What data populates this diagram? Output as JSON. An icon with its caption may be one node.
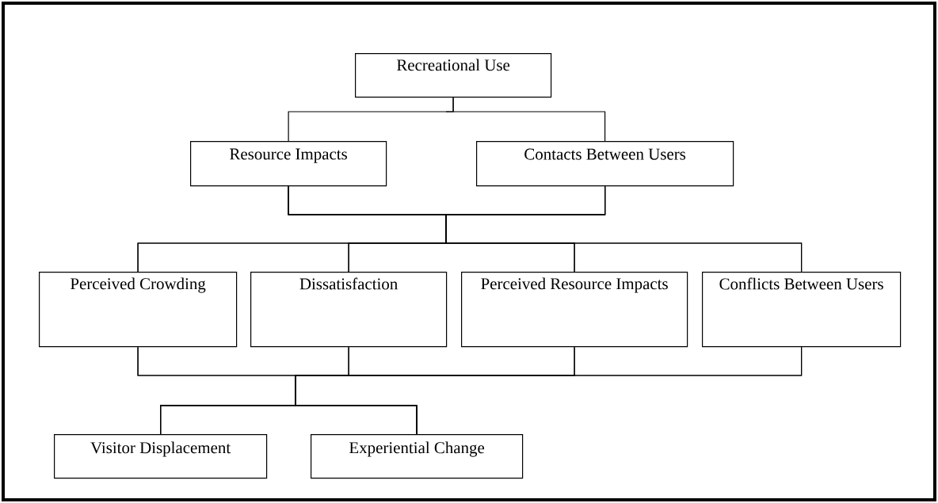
{
  "diagram": {
    "nodes": [
      {
        "text": [
          "Recreational Use"
        ]
      },
      {
        "text": [
          "Resource Impacts"
        ]
      },
      {
        "text": [
          "Contacts Between Users"
        ]
      },
      {
        "text": [
          "Perceived Crowding"
        ]
      },
      {
        "text": [
          "Dissatisfaction"
        ]
      },
      {
        "text": [
          "Perceived Resource Impacts"
        ]
      },
      {
        "text": [
          "Conflicts Between Users"
        ]
      },
      {
        "text": [
          "Visitor Displacement"
        ]
      },
      {
        "text": [
          "Experiential Change"
        ]
      }
    ],
    "edges": [
      {
        "from": 0,
        "to": 1,
        "arrow": "none"
      },
      {
        "from": 0,
        "to": 2,
        "arrow": "none"
      },
      {
        "from": 1,
        "to": 3,
        "arrow": "none"
      },
      {
        "from": 1,
        "to": 4,
        "arrow": "none"
      },
      {
        "from": 1,
        "to": 5,
        "arrow": "none"
      },
      {
        "from": 1,
        "to": 6,
        "arrow": "none"
      },
      {
        "from": 2,
        "to": 3,
        "arrow": "none"
      },
      {
        "from": 2,
        "to": 4,
        "arrow": "none"
      },
      {
        "from": 2,
        "to": 5,
        "arrow": "none"
      },
      {
        "from": 2,
        "to": 6,
        "arrow": "none"
      },
      {
        "from": 3,
        "to": 7,
        "arrow": "none"
      },
      {
        "from": 3,
        "to": 8,
        "arrow": "none"
      },
      {
        "from": 4,
        "to": 7,
        "arrow": "none"
      },
      {
        "from": 4,
        "to": 8,
        "arrow": "none"
      },
      {
        "from": 5,
        "to": 7,
        "arrow": "none"
      },
      {
        "from": 5,
        "to": 8,
        "arrow": "none"
      },
      {
        "from": 6,
        "to": 7,
        "arrow": "none"
      },
      {
        "from": 6,
        "to": 8,
        "arrow": "none"
      }
    ]
  }
}
